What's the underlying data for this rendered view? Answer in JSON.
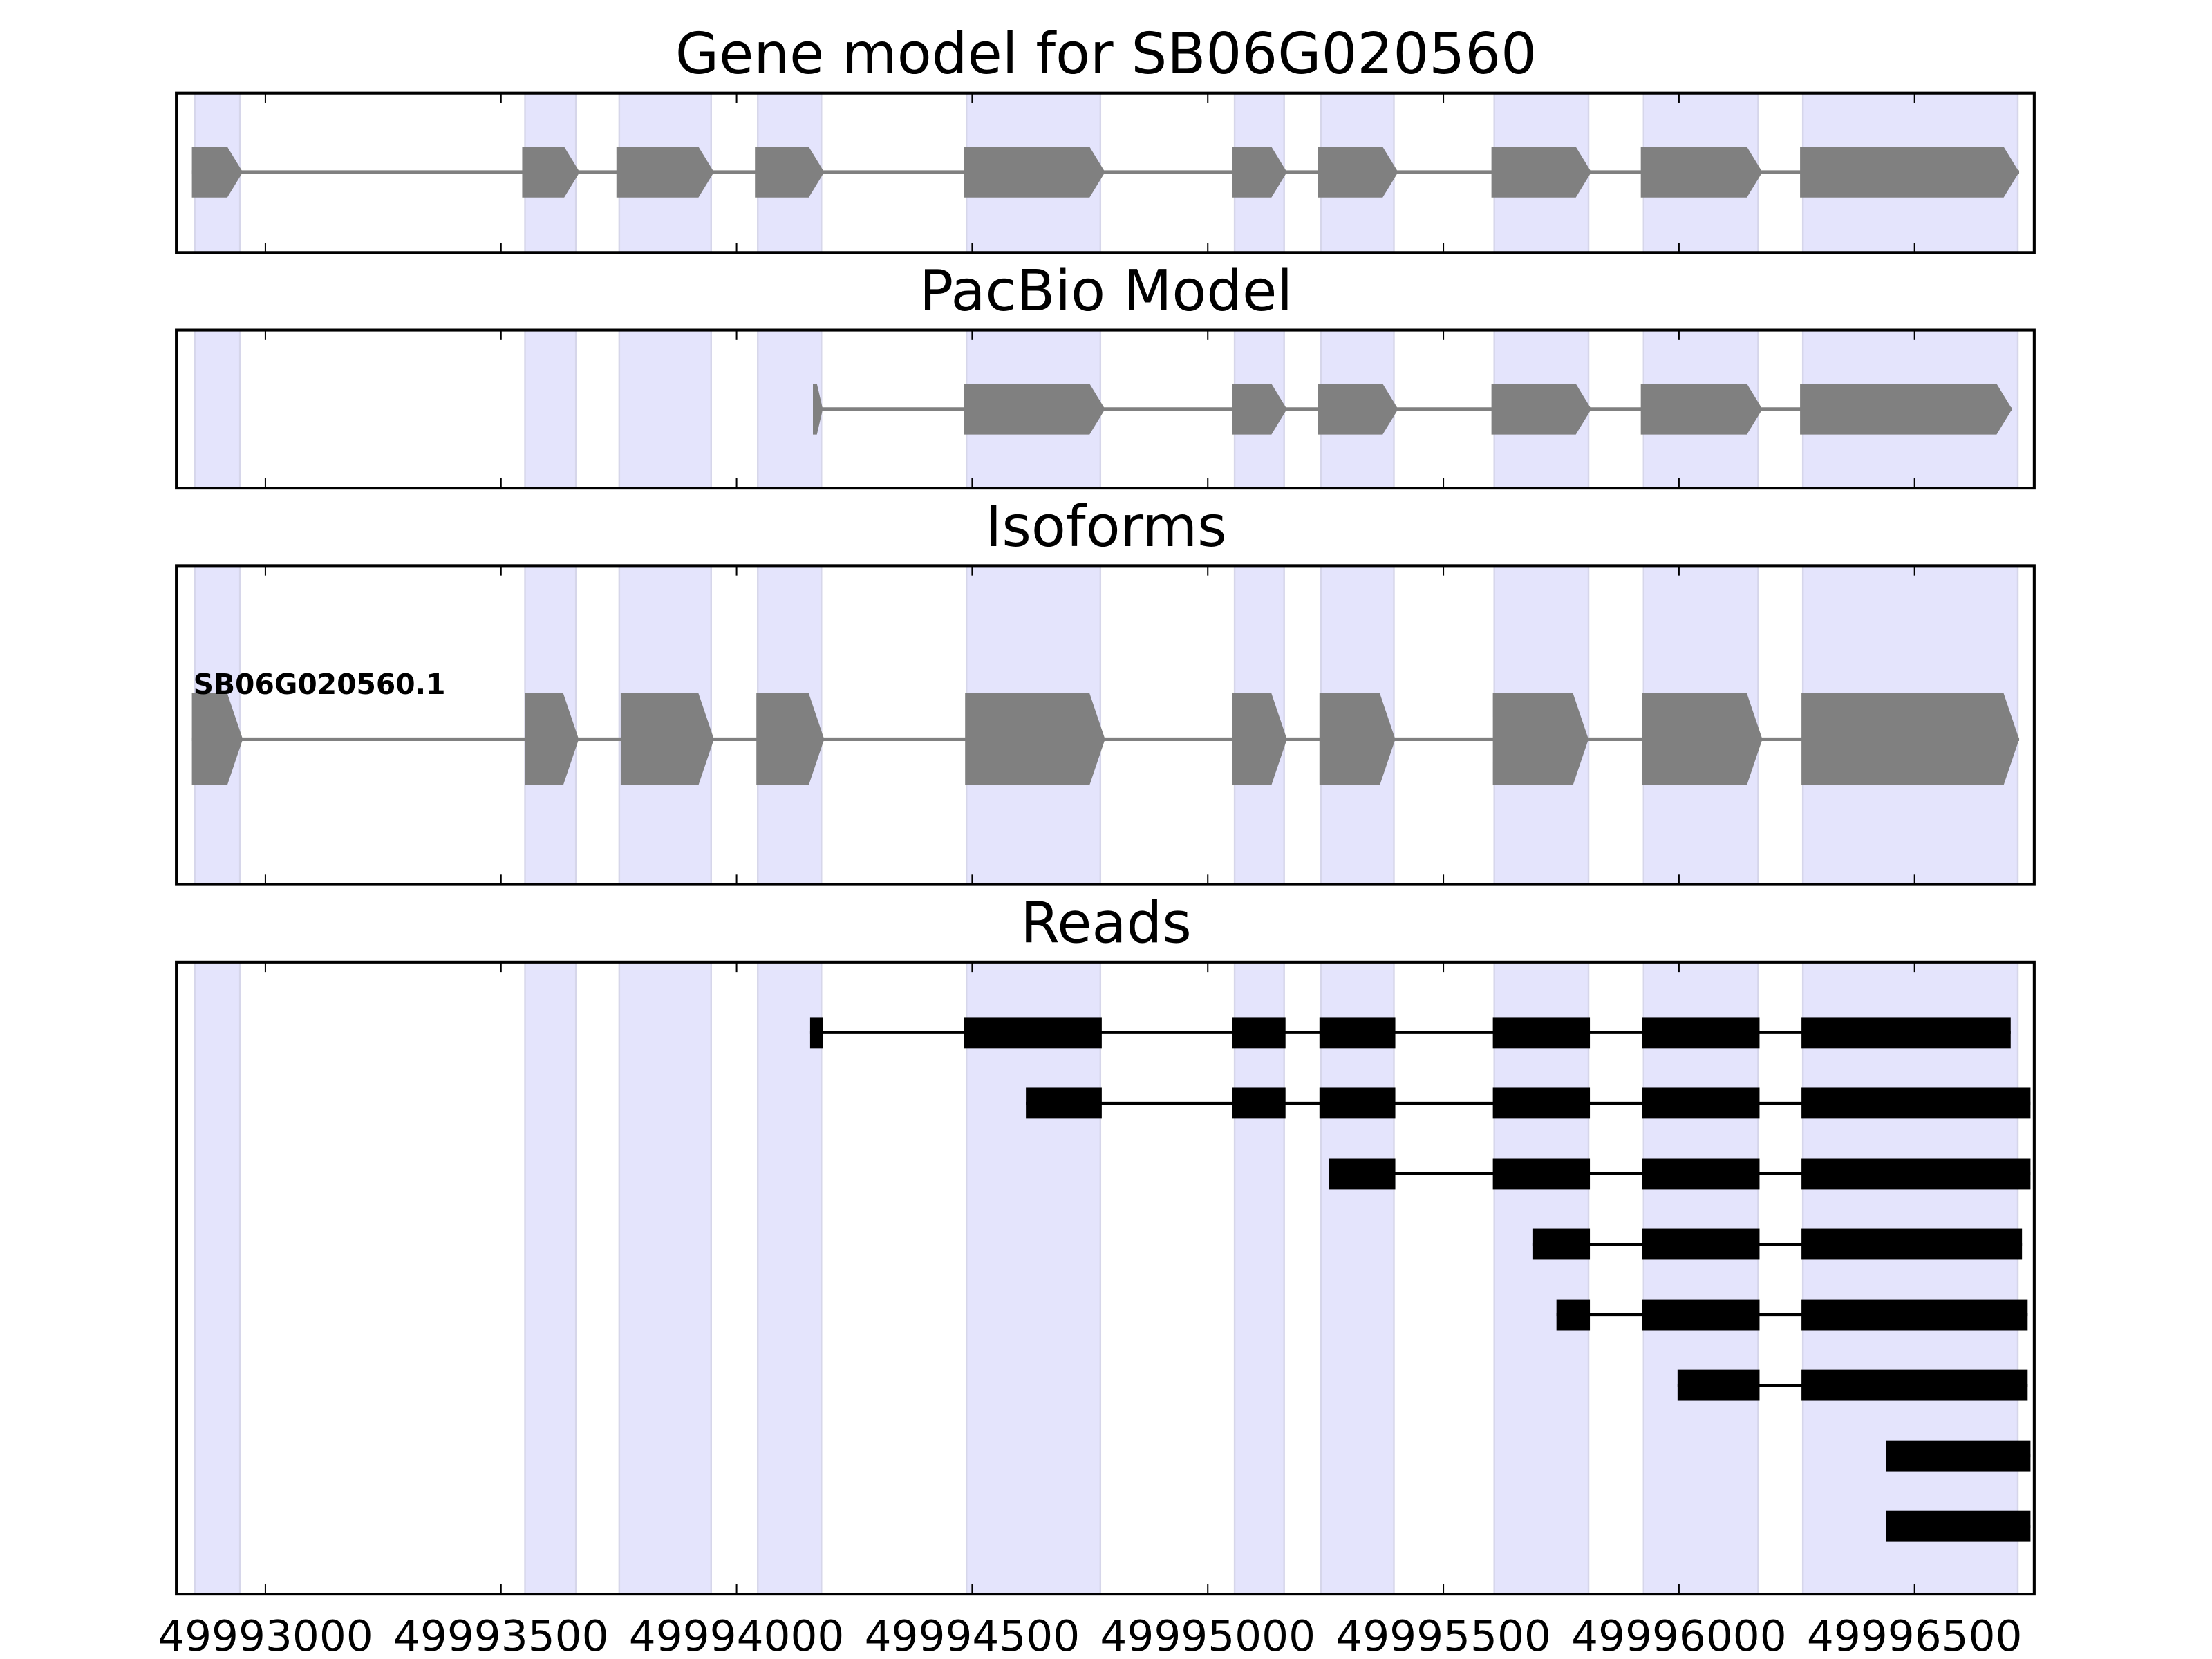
{
  "chart_data": {
    "type": "gene-track",
    "xlim": [
      49992811,
      49996754
    ],
    "xticks": [
      49993000,
      49993500,
      49994000,
      49994500,
      49995000,
      49995500,
      49996000,
      49996500
    ],
    "xtick_labels": [
      "49993000",
      "49993500",
      "49994000",
      "49994500",
      "49995000",
      "49995500",
      "49996000",
      "49996500"
    ],
    "exon_highlight_color": "#e4e4fc",
    "exon_color": "#808080",
    "read_color": "#000000",
    "highlight_exons": [
      [
        49992850,
        49992946
      ],
      [
        49993551,
        49993659
      ],
      [
        49993751,
        49993946
      ],
      [
        49994045,
        49994180
      ],
      [
        49994488,
        49994772
      ],
      [
        49995057,
        49995162
      ],
      [
        49995240,
        49995395
      ],
      [
        49995608,
        49995808
      ],
      [
        49995925,
        49996168
      ],
      [
        49996263,
        49996719
      ]
    ],
    "panels": [
      {
        "title": "Gene model for SB06G020560",
        "kind": "model",
        "exons": [
          [
            49992844,
            49992952
          ],
          [
            49993545,
            49993667
          ],
          [
            49993745,
            49993952
          ],
          [
            49994039,
            49994186
          ],
          [
            49994482,
            49994782
          ],
          [
            49995051,
            49995168
          ],
          [
            49995234,
            49995404
          ],
          [
            49995602,
            49995814
          ],
          [
            49995919,
            49996177
          ],
          [
            49996257,
            49996722
          ]
        ]
      },
      {
        "title": "PacBio Model",
        "kind": "model",
        "exons": [
          [
            49994162,
            49994183
          ],
          [
            49994482,
            49994782
          ],
          [
            49995051,
            49995168
          ],
          [
            49995234,
            49995404
          ],
          [
            49995602,
            49995814
          ],
          [
            49995919,
            49996177
          ],
          [
            49996257,
            49996707
          ]
        ]
      },
      {
        "title": "Isoforms",
        "kind": "isoform",
        "isoform_label": "SB06G020560.1",
        "exons": [
          [
            49992844,
            49992952
          ],
          [
            49993551,
            49993665
          ],
          [
            49993754,
            49993952
          ],
          [
            49994042,
            49994186
          ],
          [
            49994485,
            49994782
          ],
          [
            49995051,
            49995168
          ],
          [
            49995237,
            49995398
          ],
          [
            49995605,
            49995808
          ],
          [
            49995922,
            49996177
          ],
          [
            49996260,
            49996722
          ]
        ]
      },
      {
        "title": "Reads",
        "kind": "reads",
        "reads": [
          [
            [
              49994156,
              49994183
            ],
            [
              49994482,
              49994775
            ],
            [
              49995051,
              49995165
            ],
            [
              49995237,
              49995398
            ],
            [
              49995605,
              49995811
            ],
            [
              49995922,
              49996171
            ],
            [
              49996260,
              49996704
            ]
          ],
          [
            [
              49994614,
              49994775
            ],
            [
              49995051,
              49995165
            ],
            [
              49995237,
              49995398
            ],
            [
              49995605,
              49995811
            ],
            [
              49995922,
              49996171
            ],
            [
              49996260,
              49996746
            ]
          ],
          [
            [
              49995257,
              49995398
            ],
            [
              49995605,
              49995811
            ],
            [
              49995922,
              49996171
            ],
            [
              49996260,
              49996746
            ]
          ],
          [
            [
              49995689,
              49995811
            ],
            [
              49995922,
              49996171
            ],
            [
              49996260,
              49996728
            ]
          ],
          [
            [
              49995740,
              49995811
            ],
            [
              49995922,
              49996171
            ],
            [
              49996260,
              49996740
            ]
          ],
          [
            [
              49995997,
              49996171
            ],
            [
              49996260,
              49996740
            ]
          ],
          [
            [
              49996440,
              49996746
            ]
          ],
          [
            [
              49996440,
              49996746
            ]
          ]
        ]
      }
    ]
  }
}
